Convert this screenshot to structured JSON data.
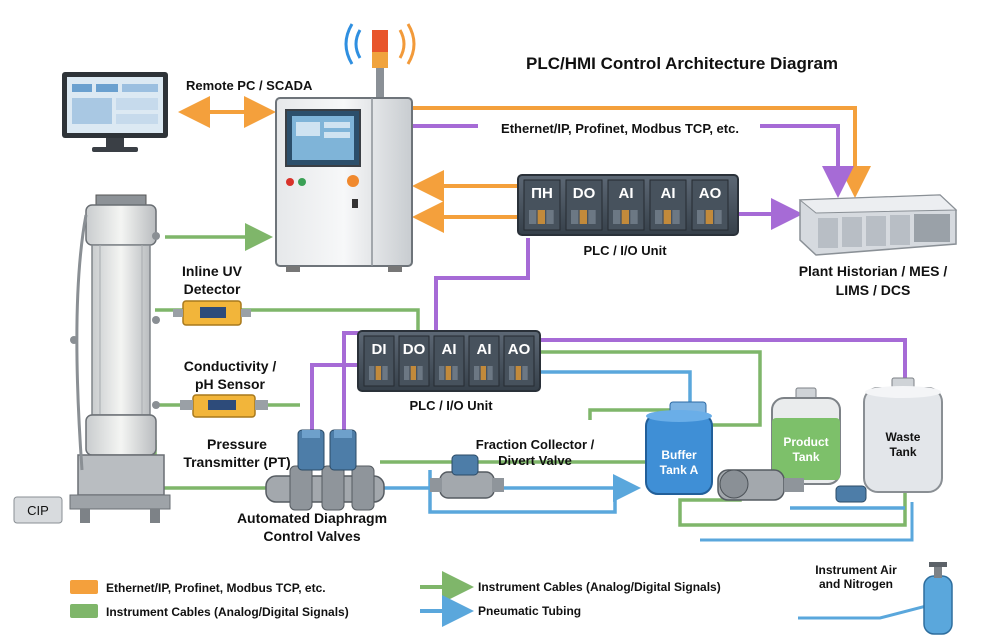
{
  "title": "PLC/HMI Control Architecture Diagram",
  "labels": {
    "remote_pc": "Remote PC / SCADA",
    "network_protocols": "Ethernet/IP, Profinet, Modbus TCP, etc.",
    "plc_top": "PLC / I/O Unit",
    "plc_mid": "PLC / I/O Unit",
    "historian_line1": "Plant Historian / MES /",
    "historian_line2": "LIMS / DCS",
    "uv_line1": "Inline UV",
    "uv_line2": "Detector",
    "cond_line1": "Conductivity /",
    "cond_line2": "pH Sensor",
    "pt_line1": "Pressure",
    "pt_line2": "Transmitter (PT)",
    "valves_line1": "Automated Diaphragm",
    "valves_line2": "Control Valves",
    "fraction_line1": "Fraction Collector /",
    "fraction_line2": "Divert Valve",
    "cip": "CIP",
    "buffer_line1": "Buffer",
    "buffer_line2": "Tank A",
    "product_line1": "Product",
    "product_line2": "Tank",
    "waste_line1": "Waste",
    "waste_line2": "Tank",
    "air_line1": "Instrument Air",
    "air_line2": "and Nitrogen"
  },
  "io_modules_top": [
    "ΠΗ",
    "DO",
    "AI",
    "AI",
    "AO"
  ],
  "io_modules_mid": [
    "DI",
    "DO",
    "AI",
    "AI",
    "AO"
  ],
  "legend": {
    "ethernet": "Ethernet/IP, Profinet, Modbus TCP, etc.",
    "instrument_cables_left": "Instrument Cables (Analog/Digital Signals)",
    "instrument_cables_right": "Instrument Cables (Analog/Digital Signals)",
    "pneumatic": "Pneumatic Tubing"
  },
  "colors": {
    "ethernet": "#f4a03c",
    "instrument": "#7fb66a",
    "purple": "#a66bd6",
    "pneumatic": "#5aa7dc",
    "buffer_tank": "#3f8fd6",
    "product_tank": "#7dc06a",
    "waste_tank": "#d9dde2"
  }
}
